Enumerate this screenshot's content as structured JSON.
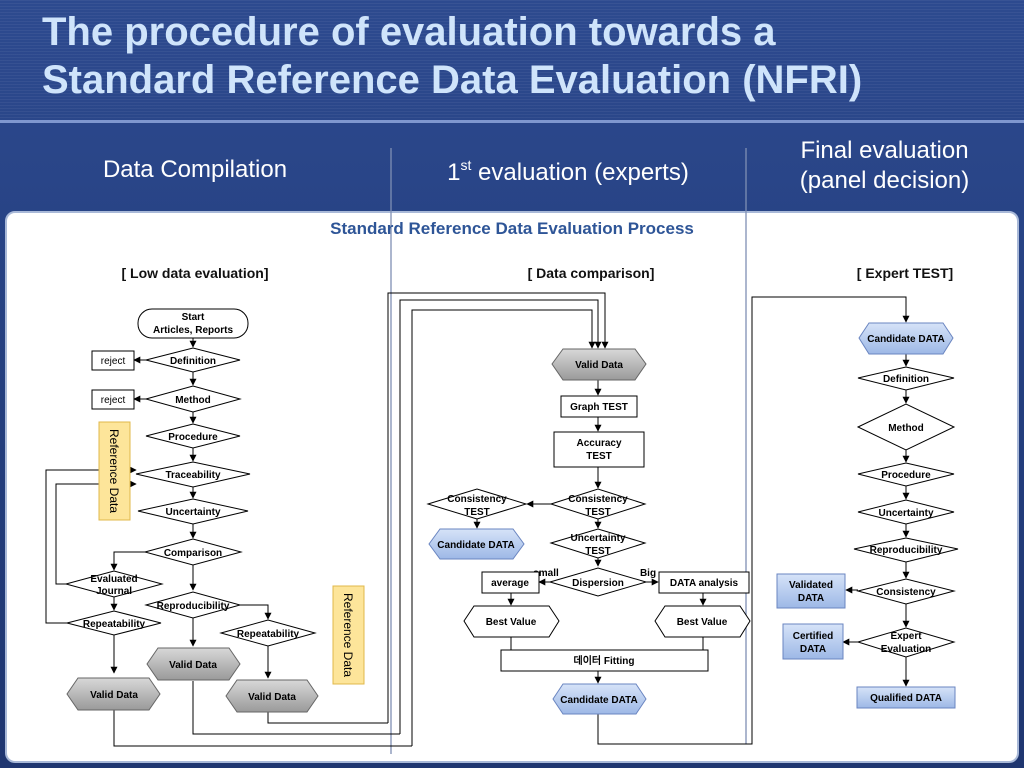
{
  "slide": {
    "title_line1": "The procedure of evaluation towards a",
    "title_line2": "Standard Reference Data Evaluation (NFRI)",
    "columns": [
      {
        "label": "Data Compilation"
      },
      {
        "label_main": "1",
        "label_sup": "st",
        "label_rest": " evaluation (experts)"
      },
      {
        "label_line1": "Final evaluation",
        "label_line2": "(panel decision)"
      }
    ]
  },
  "diagram": {
    "title": "Standard Reference Data Evaluation Process",
    "sections": [
      "[ Low data evaluation]",
      "[ Data comparison]",
      "[ Expert TEST]"
    ],
    "low": {
      "start_line1": "Start",
      "start_line2": "Articles, Reports",
      "definition": "Definition",
      "method": "Method",
      "procedure": "Procedure",
      "traceability": "Traceability",
      "uncertainty": "Uncertainty",
      "comparison": "Comparison",
      "evaluated_line1": "Evaluated",
      "evaluated_line2": "Journal",
      "repeatability": "Repeatability",
      "reproducibility": "Reproducibility",
      "reject": "reject",
      "valid_data": "Valid Data",
      "reference_data": "Reference Data"
    },
    "comparison": {
      "valid_data": "Valid Data",
      "graph_test": "Graph TEST",
      "accuracy_line1": "Accuracy",
      "accuracy_line2": "TEST",
      "consistency_line1": "Consistency",
      "consistency_line2": "TEST",
      "candidate_data": "Candidate DATA",
      "uncertainty_line1": "Uncertainty",
      "uncertainty_line2": "TEST",
      "dispersion": "Dispersion",
      "small": "small",
      "big": "Big",
      "average": "average",
      "data_analysis": "DATA analysis",
      "best_value": "Best Value",
      "fitting": "데이터 Fitting"
    },
    "expert": {
      "candidate_data": "Candidate DATA",
      "definition": "Definition",
      "method": "Method",
      "procedure": "Procedure",
      "uncertainty": "Uncertainty",
      "reproducibility": "Reproducibility",
      "consistency": "Consistency",
      "expert_line1": "Expert",
      "expert_line2": "Evaluation",
      "validated_line1": "Validated",
      "validated_line2": "DATA",
      "certified_line1": "Certified",
      "certified_line2": "DATA",
      "qualified_data": "Qualified DATA"
    }
  }
}
